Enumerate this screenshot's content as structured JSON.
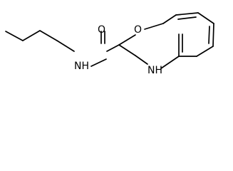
{
  "molecule": {
    "atom_labels": {
      "oxygen_carbonyl": "O",
      "amide_nitrogen": "NH",
      "ring_oxygen": "O",
      "ring_nitrogen": "NH"
    },
    "colors": {
      "bond": "#000000",
      "label": "#000000",
      "background": "#ffffff"
    }
  }
}
